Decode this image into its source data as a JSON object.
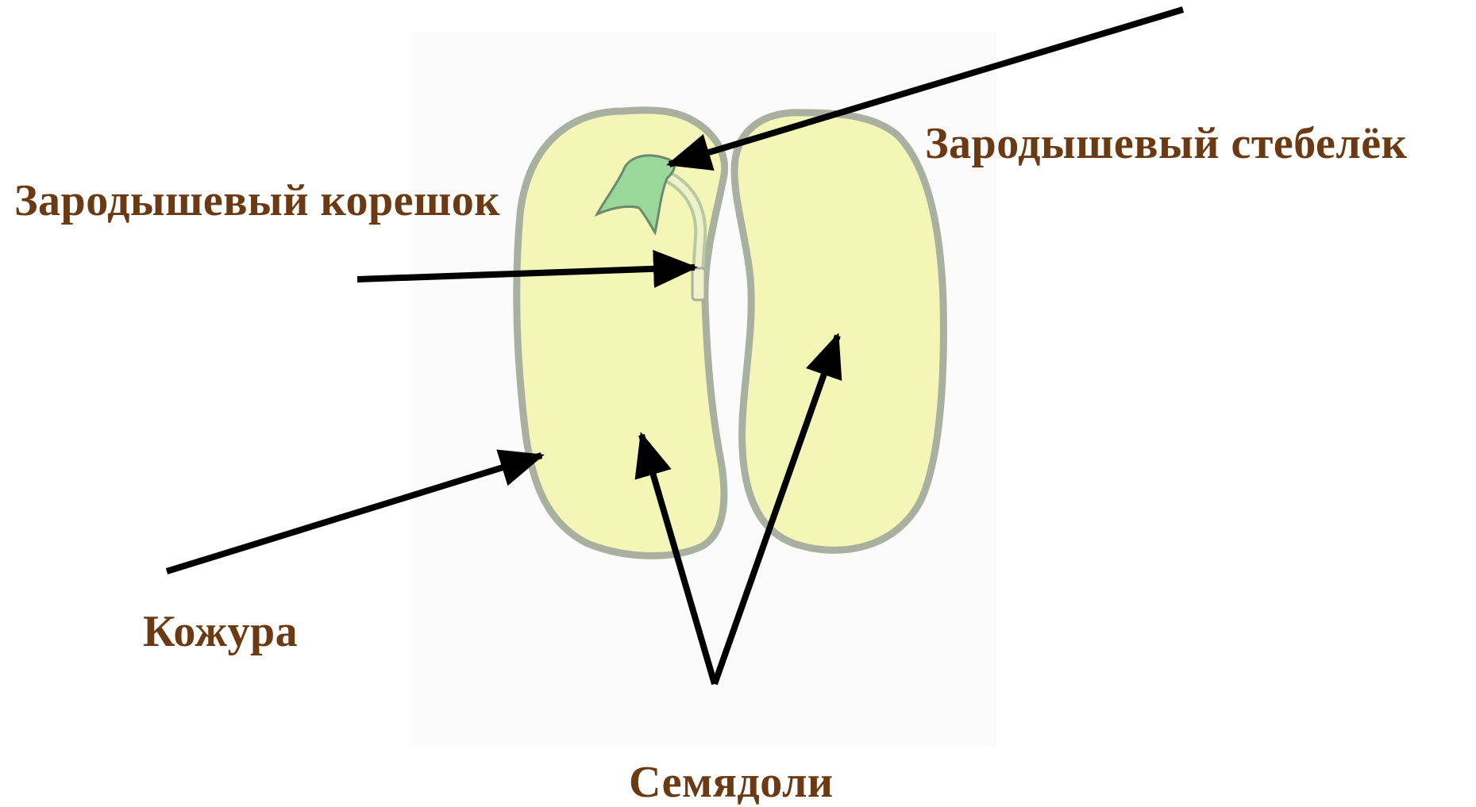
{
  "labels": {
    "stem": "Зародышевый стебелёк",
    "root": "Зародышевый корешок",
    "coat": "Кожура",
    "cotyledons": "Семядоли"
  },
  "colors": {
    "label_text": "#6b3a12",
    "cotyledon_fill": "#f4f6b8",
    "seed_outline": "#a9b0a0",
    "embryo_green": "#9ad79a",
    "arrow": "#000000"
  }
}
